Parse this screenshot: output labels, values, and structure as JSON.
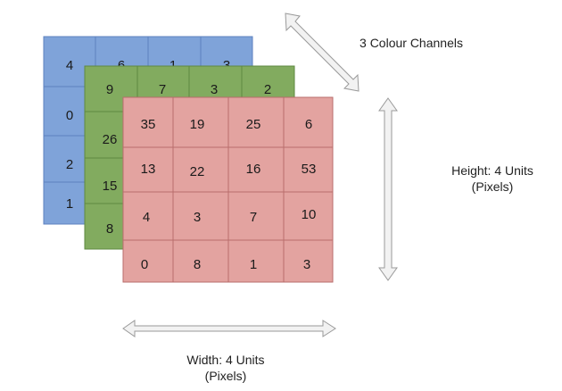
{
  "colors": {
    "blue_fill": "#7fa3d9",
    "blue_line": "#5d82bf",
    "green_fill": "#82ab5f",
    "green_line": "#5f8a40",
    "red_fill": "#e3a3a0",
    "red_line": "#b86e6c",
    "arrow_fill": "#f2f2f2",
    "arrow_line": "#9a9a9a"
  },
  "channels": {
    "blue": {
      "rows": [
        [
          "4",
          "6",
          "1",
          "3"
        ],
        [
          "0",
          "",
          "",
          ""
        ],
        [
          "2",
          "",
          "",
          ""
        ],
        [
          "1",
          "",
          "",
          ""
        ]
      ]
    },
    "green": {
      "rows": [
        [
          "9",
          "7",
          "3",
          "2"
        ],
        [
          "26",
          "",
          "",
          ""
        ],
        [
          "15",
          "",
          "",
          ""
        ],
        [
          "8",
          "",
          "",
          ""
        ]
      ]
    },
    "red": {
      "rows": [
        [
          "35",
          "19",
          "25",
          "6"
        ],
        [
          "13",
          "22",
          "16",
          "53"
        ],
        [
          "4",
          "3",
          "7",
          "10"
        ],
        [
          "0",
          "8",
          "1",
          "3"
        ]
      ]
    }
  },
  "labels": {
    "channels": "3 Colour Channels",
    "height_line1": "Height: 4 Units",
    "height_line2": "(Pixels)",
    "width_line1": "Width: 4 Units",
    "width_line2": "(Pixels)"
  }
}
